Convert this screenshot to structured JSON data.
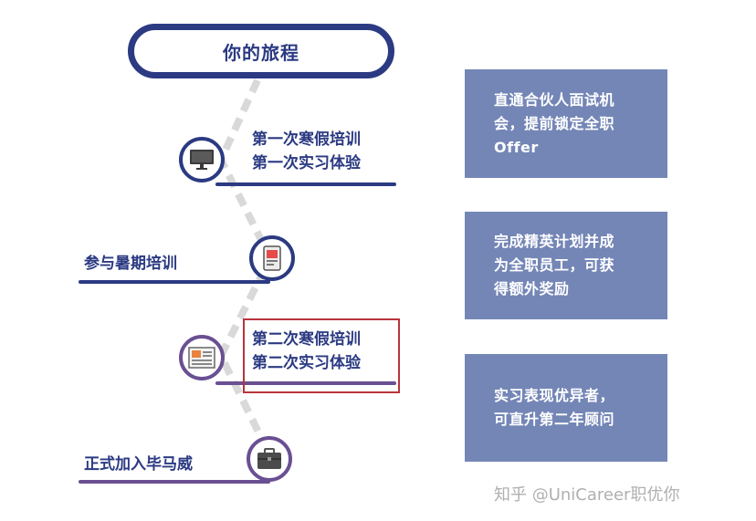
{
  "journey": {
    "title": "你的旅程",
    "steps": [
      {
        "lines": [
          "第一次寒假培训",
          "第一次实习体验"
        ],
        "icon": "monitor-icon"
      },
      {
        "lines": [
          "参与暑期培训"
        ],
        "icon": "tablet-icon"
      },
      {
        "lines": [
          "第二次寒假培训",
          "第二次实习体验"
        ],
        "icon": "document-icon"
      },
      {
        "lines": [
          "正式加入毕马威"
        ],
        "icon": "briefcase-icon"
      }
    ]
  },
  "benefits": [
    {
      "lines": [
        "直通合伙人面试机",
        "会，提前锁定全职",
        "Offer"
      ]
    },
    {
      "lines": [
        "完成精英计划并成",
        "为全职员工，可获",
        "得额外奖励"
      ]
    },
    {
      "lines": [
        "实习表现优异者，",
        "可直升第二年顾问"
      ]
    }
  ],
  "watermark": "知乎 @UniCareer职优你",
  "colors": {
    "navy": "#2b3a82",
    "violet": "#6a4f92",
    "card": "#7486b6",
    "highlight": "#b8343d",
    "connector": "#d9d9d9"
  }
}
